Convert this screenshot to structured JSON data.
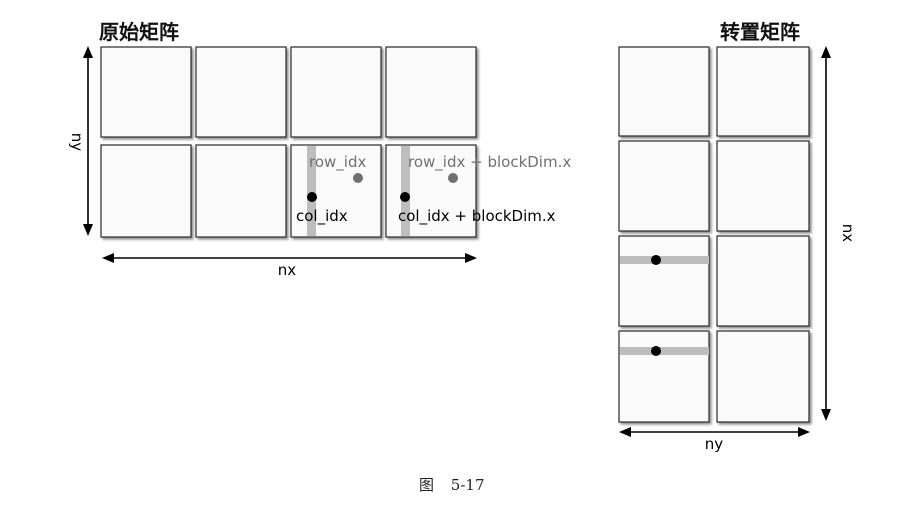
{
  "titles": {
    "original": "原始矩阵",
    "transposed": "转置矩阵"
  },
  "axes": {
    "left_vertical": "ny",
    "left_horizontal": "nx",
    "right_vertical": "nx",
    "right_horizontal": "ny"
  },
  "annotations": {
    "row_idx": "row_idx",
    "row_idx_plus": "row_idx + blockDim.x",
    "col_idx": "col_idx",
    "col_idx_plus": "col_idx + blockDim.x"
  },
  "caption": {
    "label": "图",
    "number": "5-17"
  },
  "colors": {
    "block_fill": "#fafafa",
    "block_border": "#2a2a2a",
    "highlight": "#bdbdbd",
    "dot_black": "#000000",
    "dot_gray": "#707070",
    "gray_text": "#707070",
    "black_text": "#000000"
  }
}
